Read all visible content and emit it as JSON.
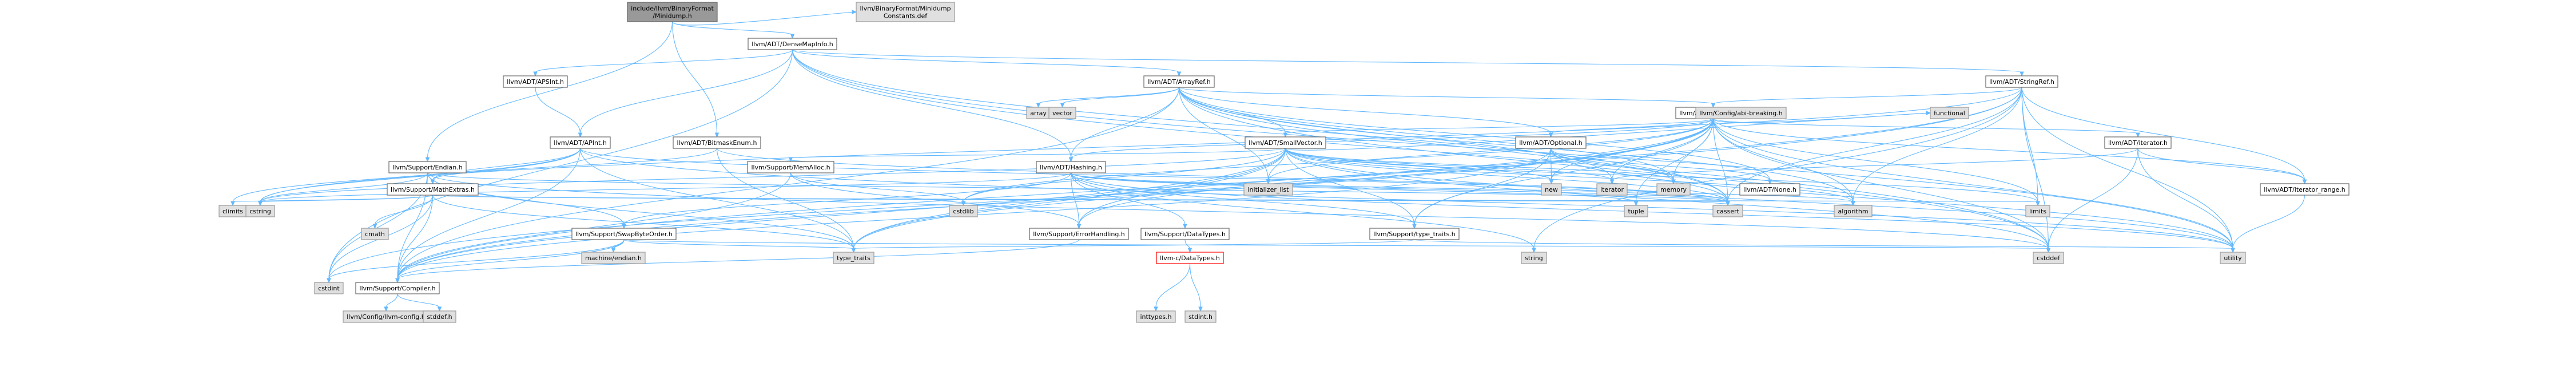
{
  "colors": {
    "root_fill": "#999999",
    "root_stroke": "#666666",
    "linked_fill": "#ffffff",
    "linked_stroke": "#666666",
    "external_fill": "#e0e0e0",
    "external_stroke": "#999999",
    "missing_fill": "#ffffff",
    "missing_stroke": "#ff0000",
    "edge": "#63b8ff"
  },
  "nodes": [
    {
      "id": "root",
      "lines": [
        "include/llvm/BinaryFormat",
        "/Minidump.h"
      ],
      "kind": "root"
    },
    {
      "id": "densemapinfo",
      "lines": [
        "llvm/ADT/DenseMapInfo.h"
      ],
      "kind": "linked"
    },
    {
      "id": "minidumpdef",
      "lines": [
        "llvm/BinaryFormat/Minidump",
        "Constants.def"
      ],
      "kind": "external"
    },
    {
      "id": "apsint",
      "lines": [
        "llvm/ADT/APSInt.h"
      ],
      "kind": "linked"
    },
    {
      "id": "arrayref",
      "lines": [
        "llvm/ADT/ArrayRef.h"
      ],
      "kind": "linked"
    },
    {
      "id": "stringref",
      "lines": [
        "llvm/ADT/StringRef.h"
      ],
      "kind": "linked"
    },
    {
      "id": "array",
      "lines": [
        "array"
      ],
      "kind": "external"
    },
    {
      "id": "vector",
      "lines": [
        "vector"
      ],
      "kind": "external"
    },
    {
      "id": "stlextras",
      "lines": [
        "llvm/ADT/STLExtras.h"
      ],
      "kind": "linked"
    },
    {
      "id": "abibreaking",
      "lines": [
        "llvm/Config/abi-breaking.h"
      ],
      "kind": "external"
    },
    {
      "id": "functional",
      "lines": [
        "functional"
      ],
      "kind": "external"
    },
    {
      "id": "apint",
      "lines": [
        "llvm/ADT/APInt.h"
      ],
      "kind": "linked"
    },
    {
      "id": "bitmaskenum",
      "lines": [
        "llvm/ADT/BitmaskEnum.h"
      ],
      "kind": "linked"
    },
    {
      "id": "smallvector",
      "lines": [
        "llvm/ADT/SmallVector.h"
      ],
      "kind": "linked"
    },
    {
      "id": "optional",
      "lines": [
        "llvm/ADT/Optional.h"
      ],
      "kind": "linked"
    },
    {
      "id": "iteratorh",
      "lines": [
        "llvm/ADT/iterator.h"
      ],
      "kind": "linked"
    },
    {
      "id": "endian",
      "lines": [
        "llvm/Support/Endian.h"
      ],
      "kind": "linked"
    },
    {
      "id": "mathextras",
      "lines": [
        "llvm/Support/MathExtras.h"
      ],
      "kind": "linked"
    },
    {
      "id": "memalloc",
      "lines": [
        "llvm/Support/MemAlloc.h"
      ],
      "kind": "linked"
    },
    {
      "id": "hashing",
      "lines": [
        "llvm/ADT/Hashing.h"
      ],
      "kind": "linked"
    },
    {
      "id": "initlist",
      "lines": [
        "initializer_list"
      ],
      "kind": "external"
    },
    {
      "id": "newh",
      "lines": [
        "new"
      ],
      "kind": "external"
    },
    {
      "id": "iterator",
      "lines": [
        "iterator"
      ],
      "kind": "external"
    },
    {
      "id": "memory",
      "lines": [
        "memory"
      ],
      "kind": "external"
    },
    {
      "id": "none",
      "lines": [
        "llvm/ADT/None.h"
      ],
      "kind": "linked"
    },
    {
      "id": "iterrange",
      "lines": [
        "llvm/ADT/iterator_range.h"
      ],
      "kind": "linked"
    },
    {
      "id": "climits",
      "lines": [
        "climits"
      ],
      "kind": "external"
    },
    {
      "id": "cstring",
      "lines": [
        "cstring"
      ],
      "kind": "external"
    },
    {
      "id": "cmath",
      "lines": [
        "cmath"
      ],
      "kind": "external"
    },
    {
      "id": "swapbyte",
      "lines": [
        "llvm/Support/SwapByteOrder.h"
      ],
      "kind": "linked"
    },
    {
      "id": "cstdlib",
      "lines": [
        "cstdlib"
      ],
      "kind": "external"
    },
    {
      "id": "errhandling",
      "lines": [
        "llvm/Support/ErrorHandling.h"
      ],
      "kind": "linked"
    },
    {
      "id": "datatypes",
      "lines": [
        "llvm/Support/DataTypes.h"
      ],
      "kind": "linked"
    },
    {
      "id": "typetraits",
      "lines": [
        "llvm/Support/type_traits.h"
      ],
      "kind": "linked"
    },
    {
      "id": "tuple",
      "lines": [
        "tuple"
      ],
      "kind": "external"
    },
    {
      "id": "cassert",
      "lines": [
        "cassert"
      ],
      "kind": "external"
    },
    {
      "id": "algorithm",
      "lines": [
        "algorithm"
      ],
      "kind": "external"
    },
    {
      "id": "limits",
      "lines": [
        "limits"
      ],
      "kind": "external"
    },
    {
      "id": "machendian",
      "lines": [
        "machine/endian.h"
      ],
      "kind": "external"
    },
    {
      "id": "string",
      "lines": [
        "string"
      ],
      "kind": "external"
    },
    {
      "id": "cdatatypes",
      "lines": [
        "llvm-c/DataTypes.h"
      ],
      "kind": "missing"
    },
    {
      "id": "typetraitsstd",
      "lines": [
        "type_traits"
      ],
      "kind": "external"
    },
    {
      "id": "cstddef",
      "lines": [
        "cstddef"
      ],
      "kind": "external"
    },
    {
      "id": "utility",
      "lines": [
        "utility"
      ],
      "kind": "external"
    },
    {
      "id": "cstdint",
      "lines": [
        "cstdint"
      ],
      "kind": "external"
    },
    {
      "id": "compiler",
      "lines": [
        "llvm/Support/Compiler.h"
      ],
      "kind": "linked"
    },
    {
      "id": "llvmconfig",
      "lines": [
        "llvm/Config/llvm-config.h"
      ],
      "kind": "external"
    },
    {
      "id": "stddef",
      "lines": [
        "stddef.h"
      ],
      "kind": "external"
    },
    {
      "id": "inttypes",
      "lines": [
        "inttypes.h"
      ],
      "kind": "external"
    },
    {
      "id": "stdint",
      "lines": [
        "stdint.h"
      ],
      "kind": "external"
    }
  ],
  "edges": [
    [
      "root",
      "minidumpdef"
    ],
    [
      "root",
      "densemapinfo"
    ],
    [
      "root",
      "bitmaskenum"
    ],
    [
      "root",
      "endian"
    ],
    [
      "densemapinfo",
      "apsint"
    ],
    [
      "densemapinfo",
      "arrayref"
    ],
    [
      "densemapinfo",
      "stringref"
    ],
    [
      "densemapinfo",
      "hashing"
    ],
    [
      "densemapinfo",
      "cassert"
    ],
    [
      "densemapinfo",
      "cstddef"
    ],
    [
      "densemapinfo",
      "cstdint"
    ],
    [
      "densemapinfo",
      "utility"
    ],
    [
      "densemapinfo",
      "apint"
    ],
    [
      "apsint",
      "apint"
    ],
    [
      "arrayref",
      "array"
    ],
    [
      "arrayref",
      "vector"
    ],
    [
      "arrayref",
      "stlextras"
    ],
    [
      "arrayref",
      "smallvector"
    ],
    [
      "arrayref",
      "hashing"
    ],
    [
      "arrayref",
      "optional"
    ],
    [
      "arrayref",
      "initlist"
    ],
    [
      "arrayref",
      "iterator"
    ],
    [
      "arrayref",
      "memory"
    ],
    [
      "arrayref",
      "algorithm"
    ],
    [
      "arrayref",
      "cassert"
    ],
    [
      "arrayref",
      "cstddef"
    ],
    [
      "arrayref",
      "compiler"
    ],
    [
      "arrayref",
      "none"
    ],
    [
      "stringref",
      "stlextras"
    ],
    [
      "stringref",
      "iterrange"
    ],
    [
      "stringref",
      "compiler"
    ],
    [
      "stringref",
      "algorithm"
    ],
    [
      "stringref",
      "cassert"
    ],
    [
      "stringref",
      "cstddef"
    ],
    [
      "stringref",
      "cstring"
    ],
    [
      "stringref",
      "limits"
    ],
    [
      "stringref",
      "string"
    ],
    [
      "stringref",
      "type_traits"
    ],
    [
      "stringref",
      "utility"
    ],
    [
      "stringref",
      "typetraitsstd"
    ],
    [
      "stlextras",
      "abibreaking"
    ],
    [
      "stlextras",
      "functional"
    ],
    [
      "stlextras",
      "optional"
    ],
    [
      "stlextras",
      "iteratorh"
    ],
    [
      "stlextras",
      "iterrange"
    ],
    [
      "stlextras",
      "hashing"
    ],
    [
      "stlextras",
      "smallvector"
    ],
    [
      "stlextras",
      "errhandling"
    ],
    [
      "stlextras",
      "typetraits"
    ],
    [
      "stlextras",
      "algorithm"
    ],
    [
      "stlextras",
      "cassert"
    ],
    [
      "stlextras",
      "cstddef"
    ],
    [
      "stlextras",
      "cstdint"
    ],
    [
      "stlextras",
      "cstdlib"
    ],
    [
      "stlextras",
      "initlist"
    ],
    [
      "stlextras",
      "iterator"
    ],
    [
      "stlextras",
      "limits"
    ],
    [
      "stlextras",
      "memory"
    ],
    [
      "stlextras",
      "tuple"
    ],
    [
      "stlextras",
      "typetraitsstd"
    ],
    [
      "stlextras",
      "utility"
    ],
    [
      "stlextras",
      "compiler"
    ],
    [
      "stlextras",
      "newh"
    ],
    [
      "apint",
      "compiler"
    ],
    [
      "apint",
      "mathextras"
    ],
    [
      "apint",
      "cassert"
    ],
    [
      "apint",
      "climits"
    ],
    [
      "apint",
      "cstring"
    ],
    [
      "apint",
      "utility"
    ],
    [
      "apint",
      "typetraitsstd"
    ],
    [
      "bitmaskenum",
      "cassert"
    ],
    [
      "bitmaskenum",
      "typetraitsstd"
    ],
    [
      "bitmaskenum",
      "mathextras"
    ],
    [
      "smallvector",
      "compiler"
    ],
    [
      "smallvector",
      "memalloc"
    ],
    [
      "smallvector",
      "typetraits"
    ],
    [
      "smallvector",
      "algorithm"
    ],
    [
      "smallvector",
      "cassert"
    ],
    [
      "smallvector",
      "cstddef"
    ],
    [
      "smallvector",
      "cstdlib"
    ],
    [
      "smallvector",
      "cstring"
    ],
    [
      "smallvector",
      "functional"
    ],
    [
      "smallvector",
      "initlist"
    ],
    [
      "smallvector",
      "iterator"
    ],
    [
      "smallvector",
      "limits"
    ],
    [
      "smallvector",
      "memory"
    ],
    [
      "smallvector",
      "newh"
    ],
    [
      "smallvector",
      "typetraitsstd"
    ],
    [
      "smallvector",
      "utility"
    ],
    [
      "smallvector",
      "errhandling"
    ],
    [
      "optional",
      "none"
    ],
    [
      "optional",
      "compiler"
    ],
    [
      "optional",
      "typetraits"
    ],
    [
      "optional",
      "cassert"
    ],
    [
      "optional",
      "memory"
    ],
    [
      "optional",
      "newh"
    ],
    [
      "optional",
      "utility"
    ],
    [
      "iteratorh",
      "iterrange"
    ],
    [
      "iteratorh",
      "cstddef"
    ],
    [
      "iteratorh",
      "iterator"
    ],
    [
      "iteratorh",
      "type_traits"
    ],
    [
      "iteratorh",
      "utility"
    ],
    [
      "iterrange",
      "utility"
    ],
    [
      "endian",
      "compiler"
    ],
    [
      "endian",
      "swapbyte"
    ],
    [
      "endian",
      "cassert"
    ],
    [
      "endian",
      "cstddef"
    ],
    [
      "endian",
      "cstdint"
    ],
    [
      "endian",
      "cstring"
    ],
    [
      "endian",
      "typetraitsstd"
    ],
    [
      "mathextras",
      "compiler"
    ],
    [
      "mathextras",
      "cassert"
    ],
    [
      "mathextras",
      "climits"
    ],
    [
      "mathextras",
      "cmath"
    ],
    [
      "mathextras",
      "cstdint"
    ],
    [
      "mathextras",
      "cstring"
    ],
    [
      "mathextras",
      "limits"
    ],
    [
      "mathextras",
      "typetraitsstd"
    ],
    [
      "memalloc",
      "compiler"
    ],
    [
      "memalloc",
      "errhandling"
    ],
    [
      "memalloc",
      "cstdlib"
    ],
    [
      "hashing",
      "datatypes"
    ],
    [
      "hashing",
      "errhandling"
    ],
    [
      "hashing",
      "swapbyte"
    ],
    [
      "hashing",
      "typetraits"
    ],
    [
      "hashing",
      "algorithm"
    ],
    [
      "hashing",
      "cassert"
    ],
    [
      "hashing",
      "cstring"
    ],
    [
      "hashing",
      "string"
    ],
    [
      "hashing",
      "tuple"
    ],
    [
      "hashing",
      "utility"
    ],
    [
      "swapbyte",
      "compiler"
    ],
    [
      "swapbyte",
      "cstddef"
    ],
    [
      "swapbyte",
      "cstdint"
    ],
    [
      "swapbyte",
      "typetraitsstd"
    ],
    [
      "swapbyte",
      "machendian"
    ],
    [
      "errhandling",
      "compiler"
    ],
    [
      "datatypes",
      "cdatatypes"
    ],
    [
      "cdatatypes",
      "inttypes"
    ],
    [
      "cdatatypes",
      "stdint"
    ],
    [
      "typetraits",
      "typetraitsstd"
    ],
    [
      "typetraits",
      "utility"
    ],
    [
      "compiler",
      "llvmconfig"
    ],
    [
      "compiler",
      "stddef"
    ]
  ]
}
